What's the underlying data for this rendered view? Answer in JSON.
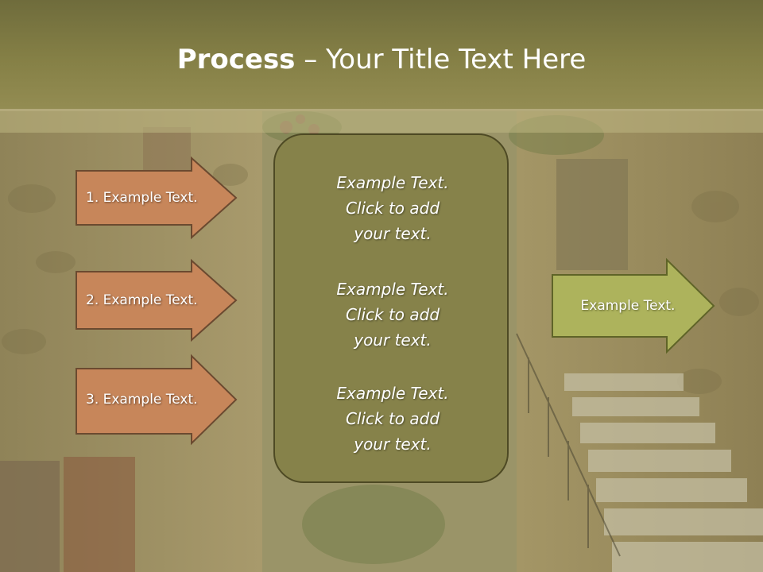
{
  "title": {
    "bold": "Process",
    "rest": " – Your Title Text Here"
  },
  "left_steps": [
    {
      "label": "1. Example Text."
    },
    {
      "label": "2. Example Text."
    },
    {
      "label": "3. Example Text."
    }
  ],
  "center_box": {
    "paragraphs": [
      {
        "line1": "Example Text.",
        "line2": "Click  to add",
        "line3": "your text."
      },
      {
        "line1": "Example Text.",
        "line2": "Click  to add",
        "line3": "your text."
      },
      {
        "line1": "Example Text.",
        "line2": "Click  to add",
        "line3": "your text."
      }
    ]
  },
  "right_arrow": {
    "label": "Example Text."
  },
  "colors": {
    "title_band": "#857f45",
    "left_arrow_fill": "#c7865a",
    "left_arrow_stroke": "#6b4a30",
    "center_box_fill": "#86824a",
    "right_arrow_fill": "#adb35c",
    "right_arrow_stroke": "#5f6428"
  }
}
